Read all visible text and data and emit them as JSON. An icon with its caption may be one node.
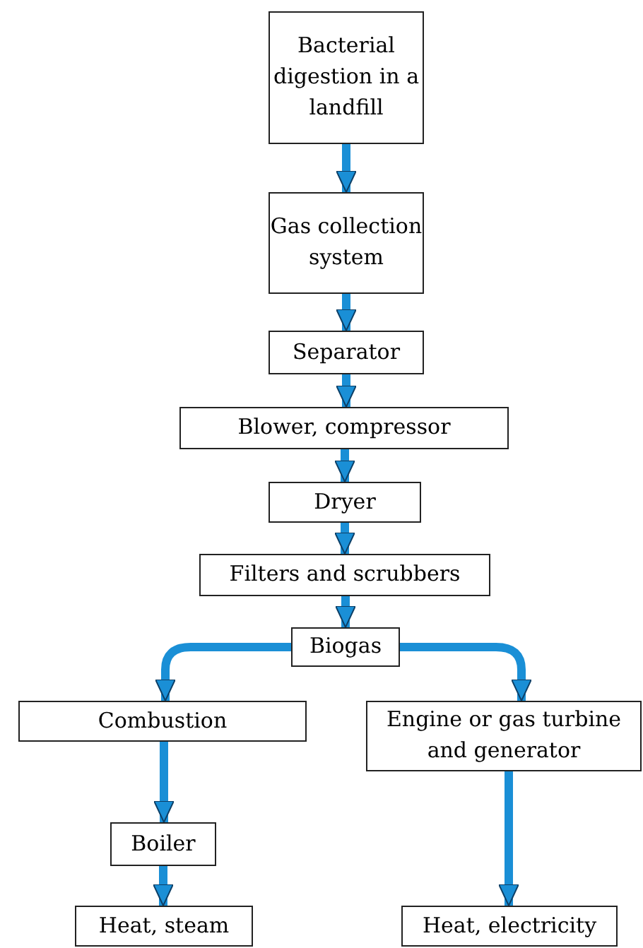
{
  "diagram": {
    "nodes": [
      {
        "text": [
          "Bacterial digestion in a landfill"
        ]
      },
      {
        "text": [
          "Gas collection system"
        ]
      },
      {
        "text": [
          "Separator"
        ]
      },
      {
        "text": [
          "Blower, compressor"
        ]
      },
      {
        "text": [
          "Dryer"
        ]
      },
      {
        "text": [
          "Filters and scrubbers"
        ]
      },
      {
        "text": [
          "Biogas"
        ]
      },
      {
        "text": [
          "Combustion"
        ]
      },
      {
        "text": [
          "Engine or gas turbine and generator"
        ]
      },
      {
        "text": [
          "Boiler"
        ]
      },
      {
        "text": [
          "Heat, steam"
        ]
      },
      {
        "text": [
          "Heat, electricity"
        ]
      }
    ],
    "edges": [
      {
        "from": 0,
        "to": 1,
        "arrow": "to"
      },
      {
        "from": 1,
        "to": 2,
        "arrow": "to"
      },
      {
        "from": 2,
        "to": 3,
        "arrow": "to"
      },
      {
        "from": 3,
        "to": 4,
        "arrow": "to"
      },
      {
        "from": 4,
        "to": 5,
        "arrow": "to"
      },
      {
        "from": 5,
        "to": 6,
        "arrow": "to"
      },
      {
        "from": 6,
        "to": 7,
        "arrow": "to"
      },
      {
        "from": 6,
        "to": 8,
        "arrow": "to"
      },
      {
        "from": 7,
        "to": 9,
        "arrow": "to"
      },
      {
        "from": 9,
        "to": 10,
        "arrow": "to"
      },
      {
        "from": 8,
        "to": 11,
        "arrow": "to"
      }
    ]
  }
}
